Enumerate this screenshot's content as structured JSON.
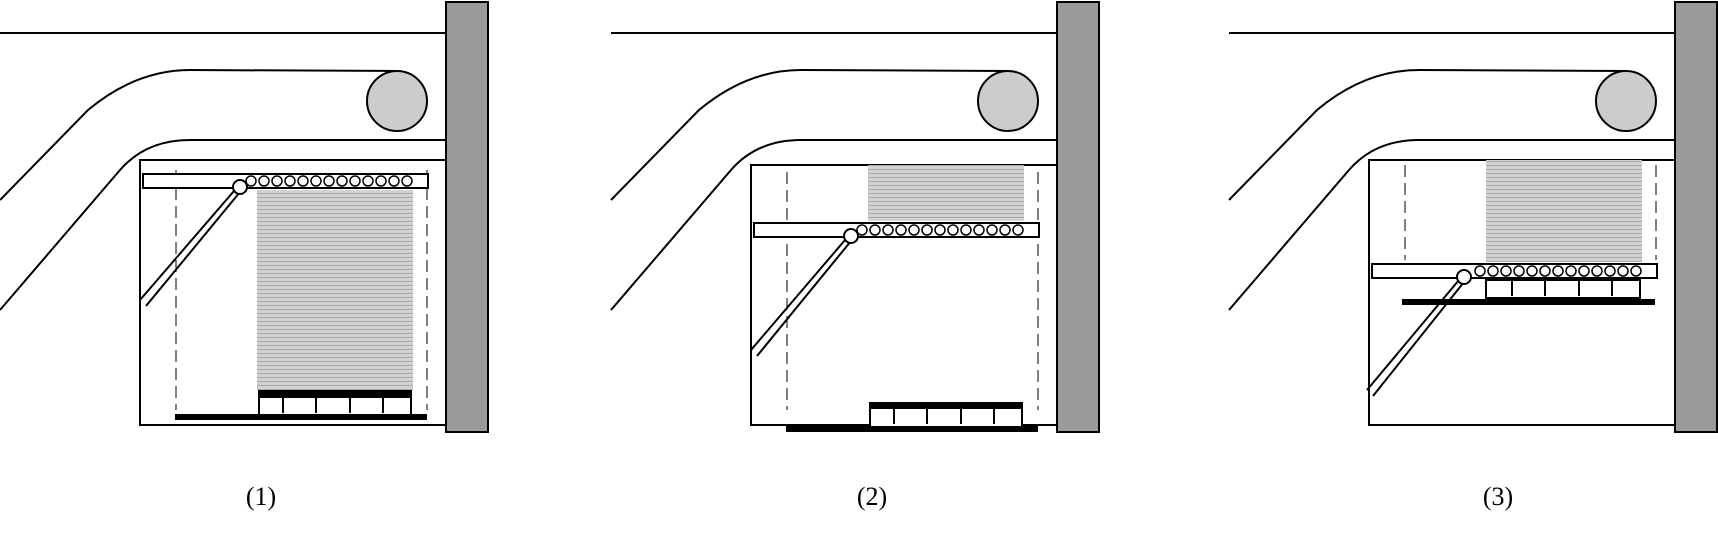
{
  "panels": [
    {
      "label": "(1)",
      "stage": "lowered"
    },
    {
      "label": "(2)",
      "stage": "raised"
    },
    {
      "label": "(3)",
      "stage": "stacked-raised"
    }
  ],
  "colors": {
    "line": "#000000",
    "wall": "#9a9a9a",
    "drum": "#cccccc",
    "fill": "#c6c6c6",
    "background": "#ffffff"
  }
}
